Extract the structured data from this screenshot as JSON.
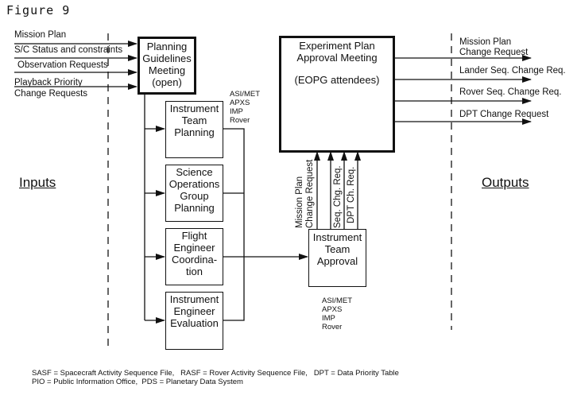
{
  "figure_title": "Figure 9",
  "sections": {
    "inputs": "Inputs",
    "outputs": "Outputs"
  },
  "inputs": [
    "Mission Plan",
    "S/C Status and constraints",
    "Observation Requests",
    "Playback Priority",
    "Change Requests"
  ],
  "boxes": {
    "planning_guidelines": [
      "Planning",
      "Guidelines",
      "Meeting",
      "(open)"
    ],
    "instrument_team_planning": [
      "Instrument",
      "Team",
      "Planning"
    ],
    "science_operations": [
      "Science",
      "Operations",
      "Group",
      "Planning"
    ],
    "flight_engineer": [
      "Flight",
      "Engineer",
      "Coordina-",
      "tion"
    ],
    "instrument_engineer": [
      "Instrument",
      "Engineer",
      "Evaluation"
    ],
    "instrument_team_approval": [
      "Instrument",
      "Team",
      "Approval"
    ],
    "experiment_plan": [
      "Experiment Plan",
      "Approval Meeting",
      "",
      "(EOPG attendees)"
    ]
  },
  "instruments_top": [
    "ASI/MET",
    "APXS",
    "IMP",
    "Rover"
  ],
  "instruments_bottom": [
    "ASI/MET",
    "APXS",
    "IMP",
    "Rover"
  ],
  "approval_outputs": {
    "mission_plan_1": "Mission Plan",
    "mission_plan_2": "Change Request",
    "seq_chg": "Seq. Chg. Req.",
    "dpt_ch": "DPT Ch. Req."
  },
  "outputs": [
    "Mission Plan",
    "Change Request",
    "Lander Seq. Change Req.",
    "Rover Seq. Change Req.",
    "DPT Change Request"
  ],
  "legend": [
    "SASF = Spacecraft Activity Sequence File,   RASF = Rover Activity Sequence File,   DPT = Data Priority Table",
    "PIO = Public Information Office,  PDS = Planetary Data System"
  ]
}
